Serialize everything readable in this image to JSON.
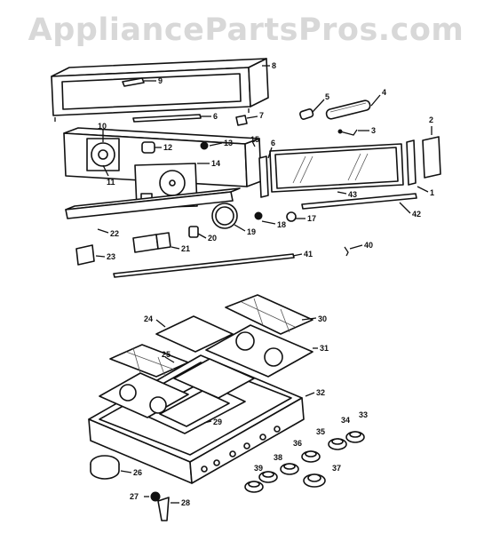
{
  "watermark": "AppliancePartsPros.com",
  "callouts": [
    {
      "id": "1",
      "label": "1"
    },
    {
      "id": "2",
      "label": "2"
    },
    {
      "id": "3",
      "label": "3"
    },
    {
      "id": "4",
      "label": "4"
    },
    {
      "id": "5",
      "label": "5"
    },
    {
      "id": "6",
      "label": "6"
    },
    {
      "id": "7",
      "label": "7"
    },
    {
      "id": "8",
      "label": "8"
    },
    {
      "id": "9",
      "label": "9"
    },
    {
      "id": "10",
      "label": "10"
    },
    {
      "id": "11",
      "label": "11"
    },
    {
      "id": "12",
      "label": "12"
    },
    {
      "id": "13",
      "label": "13"
    },
    {
      "id": "14",
      "label": "14"
    },
    {
      "id": "15",
      "label": "15"
    },
    {
      "id": "18",
      "label": "18"
    },
    {
      "id": "17",
      "label": "17"
    },
    {
      "id": "19",
      "label": "19"
    },
    {
      "id": "20",
      "label": "20"
    },
    {
      "id": "21",
      "label": "21"
    },
    {
      "id": "22",
      "label": "22"
    },
    {
      "id": "23",
      "label": "23"
    },
    {
      "id": "24",
      "label": "24"
    },
    {
      "id": "25",
      "label": "25"
    },
    {
      "id": "26",
      "label": "26"
    },
    {
      "id": "27",
      "label": "27"
    },
    {
      "id": "28",
      "label": "28"
    },
    {
      "id": "29",
      "label": "29"
    },
    {
      "id": "30",
      "label": "30"
    },
    {
      "id": "31",
      "label": "31"
    },
    {
      "id": "32",
      "label": "32"
    },
    {
      "id": "33",
      "label": "33"
    },
    {
      "id": "34",
      "label": "34"
    },
    {
      "id": "35",
      "label": "35"
    },
    {
      "id": "36",
      "label": "36"
    },
    {
      "id": "37",
      "label": "37"
    },
    {
      "id": "38",
      "label": "38"
    },
    {
      "id": "39",
      "label": "39"
    },
    {
      "id": "40",
      "label": "40"
    },
    {
      "id": "41",
      "label": "41"
    },
    {
      "id": "42",
      "label": "42"
    },
    {
      "id": "43",
      "label": "43"
    }
  ]
}
